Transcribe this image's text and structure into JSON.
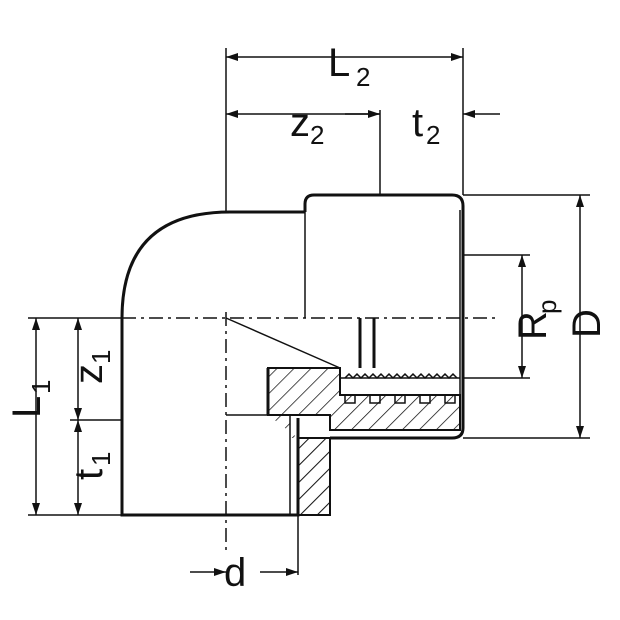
{
  "labels": {
    "L2": {
      "main": "L",
      "sub": "2"
    },
    "z2": {
      "main": "z",
      "sub": "2"
    },
    "t2": {
      "main": "t",
      "sub": "2"
    },
    "L1": {
      "main": "L",
      "sub": "1"
    },
    "z1": {
      "main": "z",
      "sub": "1"
    },
    "t1": {
      "main": "t",
      "sub": "1"
    },
    "Rp": {
      "main": "R",
      "sub": "p"
    },
    "D": {
      "main": "D"
    },
    "d": {
      "main": "d"
    }
  },
  "colors": {
    "line": "#111111",
    "background": "#ffffff"
  }
}
